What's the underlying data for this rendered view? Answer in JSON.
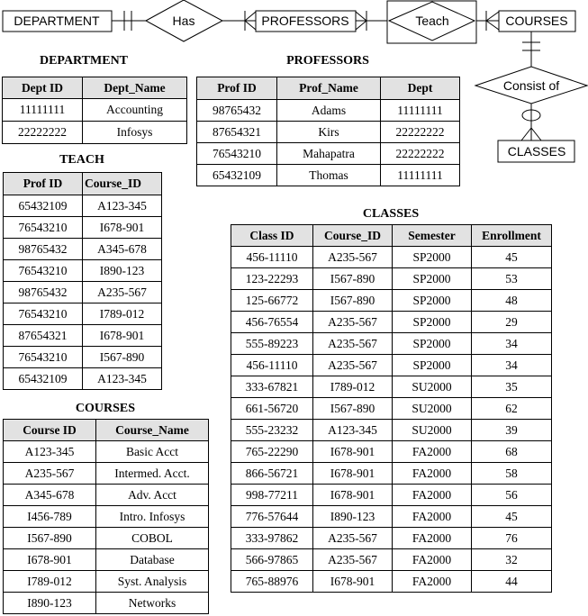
{
  "erd": {
    "department": "DEPARTMENT",
    "has": "Has",
    "professors": "PROFESSORS",
    "teach": "Teach",
    "courses": "COURSES",
    "consist_of": "Consist of",
    "classes": "CLASSES"
  },
  "department": {
    "title": "DEPARTMENT",
    "columns": [
      "Dept ID",
      "Dept_Name"
    ],
    "rows": [
      [
        "11111111",
        "Accounting"
      ],
      [
        "22222222",
        "Infosys"
      ]
    ]
  },
  "professors": {
    "title": "PROFESSORS",
    "columns": [
      "Prof ID",
      "Prof_Name",
      "Dept"
    ],
    "rows": [
      [
        "98765432",
        "Adams",
        "11111111"
      ],
      [
        "87654321",
        "Kirs",
        "22222222"
      ],
      [
        "76543210",
        "Mahapatra",
        "22222222"
      ],
      [
        "65432109",
        "Thomas",
        "11111111"
      ]
    ]
  },
  "teach": {
    "title": "TEACH",
    "columns": [
      "Prof ID",
      "Course_ID"
    ],
    "rows": [
      [
        "65432109",
        "A123-345"
      ],
      [
        "76543210",
        "I678-901"
      ],
      [
        "98765432",
        "A345-678"
      ],
      [
        "76543210",
        "I890-123"
      ],
      [
        "98765432",
        "A235-567"
      ],
      [
        "76543210",
        "I789-012"
      ],
      [
        "87654321",
        "I678-901"
      ],
      [
        "76543210",
        "I567-890"
      ],
      [
        "65432109",
        "A123-345"
      ]
    ]
  },
  "courses": {
    "title": "COURSES",
    "columns": [
      "Course ID",
      "Course_Name"
    ],
    "rows": [
      [
        "A123-345",
        "Basic Acct"
      ],
      [
        "A235-567",
        "Intermed. Acct."
      ],
      [
        "A345-678",
        "Adv. Acct"
      ],
      [
        "I456-789",
        "Intro. Infosys"
      ],
      [
        "I567-890",
        "COBOL"
      ],
      [
        "I678-901",
        "Database"
      ],
      [
        "I789-012",
        "Syst. Analysis"
      ],
      [
        "I890-123",
        "Networks"
      ]
    ]
  },
  "classes": {
    "title": "CLASSES",
    "columns": [
      "Class ID",
      "Course_ID",
      "Semester",
      "Enrollment"
    ],
    "rows": [
      [
        "456-11110",
        "A235-567",
        "SP2000",
        "45"
      ],
      [
        "123-22293",
        "I567-890",
        "SP2000",
        "53"
      ],
      [
        "125-66772",
        "I567-890",
        "SP2000",
        "48"
      ],
      [
        "456-76554",
        "A235-567",
        "SP2000",
        "29"
      ],
      [
        "555-89223",
        "A235-567",
        "SP2000",
        "34"
      ],
      [
        "456-11110",
        "A235-567",
        "SP2000",
        "34"
      ],
      [
        "333-67821",
        "I789-012",
        "SU2000",
        "35"
      ],
      [
        "661-56720",
        "I567-890",
        "SU2000",
        "62"
      ],
      [
        "555-23232",
        "A123-345",
        "SU2000",
        "39"
      ],
      [
        "765-22290",
        "I678-901",
        "FA2000",
        "68"
      ],
      [
        "866-56721",
        "I678-901",
        "FA2000",
        "58"
      ],
      [
        "998-77211",
        "I678-901",
        "FA2000",
        "56"
      ],
      [
        "776-57644",
        "I890-123",
        "FA2000",
        "45"
      ],
      [
        "333-97862",
        "A235-567",
        "FA2000",
        "76"
      ],
      [
        "566-97865",
        "A235-567",
        "FA2000",
        "32"
      ],
      [
        "765-88976",
        "I678-901",
        "FA2000",
        "44"
      ]
    ]
  }
}
